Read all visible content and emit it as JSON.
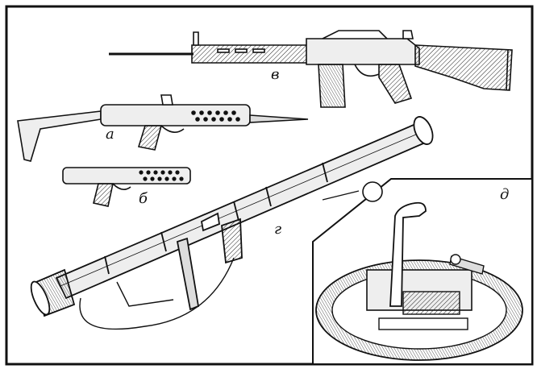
{
  "labels": {
    "a": "а",
    "b": "б",
    "v": "в",
    "g": "г",
    "d": "д"
  },
  "colors": {
    "ink": "#111111",
    "paper": "#ffffff",
    "shade": "#d9d9d9",
    "dark": "#444444"
  }
}
